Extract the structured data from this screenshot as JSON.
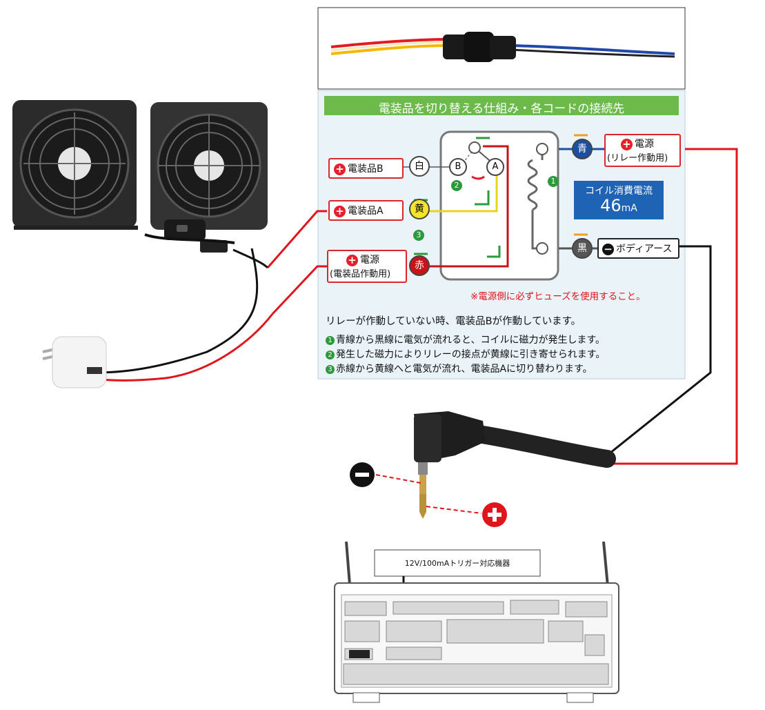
{
  "relay_panel": {
    "title": "電装品を切り替える仕組み・各コードの接続先",
    "device_b": "電装品B",
    "device_a": "電装品A",
    "power_device": "電源",
    "power_device_sub": "(電装品作動用)",
    "power_relay": "電源",
    "power_relay_sub": "(リレー作動用)",
    "body_earth": "ボディアース",
    "wire_white": "白",
    "wire_yellow": "黄",
    "wire_red": "赤",
    "wire_blue": "青",
    "wire_black": "黒",
    "contact_b": "B",
    "contact_a": "A",
    "step_1": "1",
    "step_2": "2",
    "step_3": "3",
    "coil_current_label": "コイル消費電流",
    "coil_current_value": "46",
    "coil_current_unit": "mA",
    "fuse_note": "※電源側に必ずヒューズを使用すること。",
    "desc_intro": "リレーが作動していない時、電装品Bが作動しています。",
    "desc_1": "青線から黒線に電気が流れると、コイルに磁力が発生します。",
    "desc_2": "発生した磁力によりリレーの接点が黄線に引き寄せられます。",
    "desc_3": "赤線から黄線へと電気が流れ、電装品Aに切り替わります。"
  },
  "receiver": {
    "trigger_label": "12V/100mAトリガー対応機器"
  },
  "colors": {
    "green_banner": "#6cbb4a",
    "red_wire": "#e0141b",
    "yellow_wire": "#f2e52a",
    "blue_wire": "#1c4fa0",
    "coil_box": "#1f63b5",
    "panel_bg": "#e9f3f8"
  }
}
